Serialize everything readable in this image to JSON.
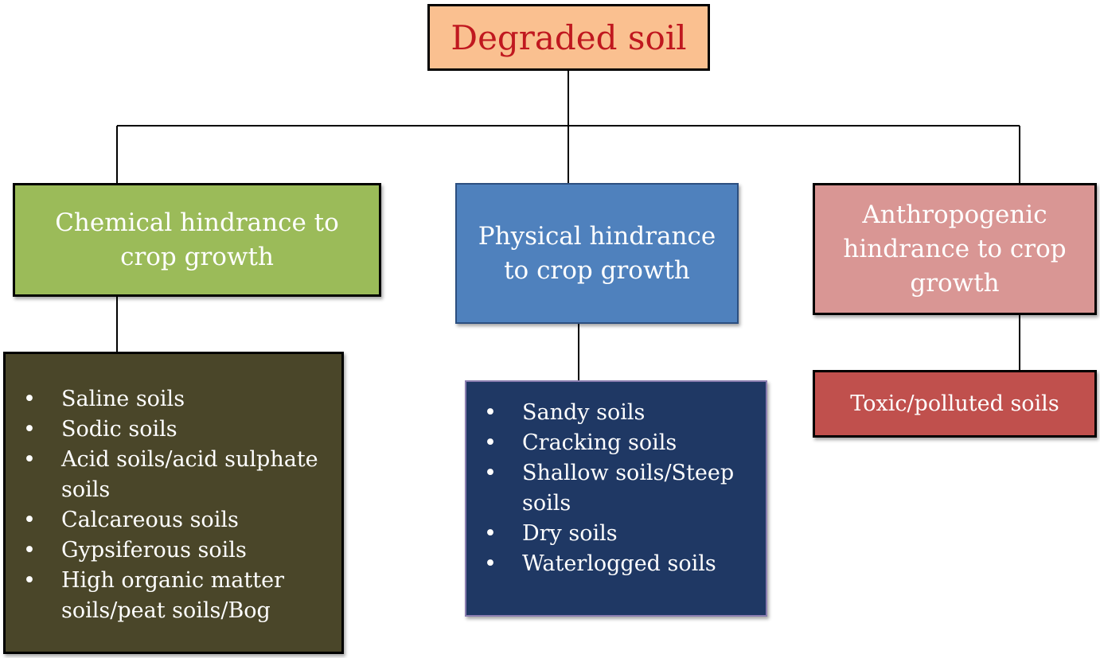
{
  "root": {
    "label": "Degraded soil",
    "fill": "#fac090",
    "text_color": "#c0181f"
  },
  "categories": [
    {
      "label": "Chemical hindrance to crop growth",
      "fill": "#9bbb59",
      "items_fill": "#4a4629",
      "items": [
        "Saline soils",
        "Sodic soils",
        "Acid soils/acid sulphate soils",
        "Calcareous soils",
        "Gypsiferous soils",
        "High organic matter soils/peat soils/Bog"
      ]
    },
    {
      "label": "Physical hindrance to crop growth",
      "fill": "#4f81bd",
      "items_fill": "#1f3864",
      "items": [
        "Sandy soils",
        "Cracking soils",
        "Shallow soils/Steep soils",
        "Dry soils",
        "Waterlogged soils"
      ]
    },
    {
      "label": "Anthropogenic hindrance to crop growth",
      "fill": "#d99694",
      "items_fill": "#c0504d",
      "items": [
        "Toxic/polluted soils"
      ]
    }
  ]
}
